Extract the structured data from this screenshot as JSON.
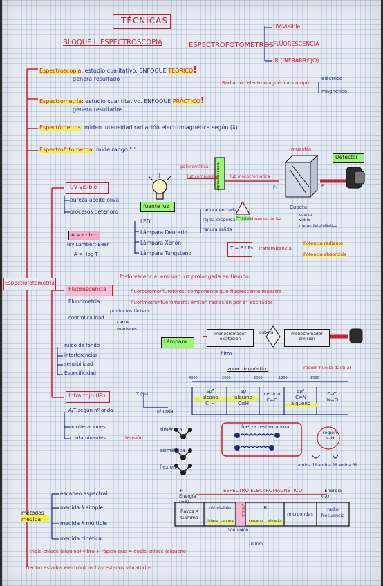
{
  "title": "TÉCNICAS",
  "bloque": "BLOQUE I. ESPECTROSCOPIA",
  "espectrofotometros": {
    "label": "ESPECTROFOTOMETROS",
    "items": [
      "UV-Visible",
      "FLUORESCENCIA",
      "IR (INFRARROJO)"
    ]
  },
  "definitions": {
    "espectroscopia": {
      "term": "Espectroscopía",
      "text": ": estudio cualitativo. ENFOQUE",
      "emph": "TEÓRICO",
      "sub": "genera resultado"
    },
    "espectrometria": {
      "term": "Espectrometría",
      "text": ": estudio cuantitativo. ENFOQUE",
      "emph": "PRÁCTICO",
      "sub": "genera resultados"
    },
    "espectrometros": {
      "term": "Espectómetros",
      "text": ": miden intensidad radiación electromagnética según (λ)"
    },
    "espectrofotometria": {
      "term": "Espectrofotometría",
      "text": ": mide rango \"   \""
    }
  },
  "radiacion": {
    "text": "Radiación electromagnética:  campo",
    "items": [
      "eléctrico",
      "magnético"
    ]
  },
  "sidebar_label": "Espectrofotometría",
  "uv": {
    "label": "UV-Visible",
    "items": [
      "pureza aceite oliva",
      "procesos deterioro"
    ],
    "law_box": "A = ε · b · c",
    "law": "ley Lambert-Beer",
    "law_formula": "A = -log T",
    "diagram": {
      "policromatica": "policromática",
      "luz_compuesta": "luz compuesta",
      "monocromador": "monocromador",
      "luz_mono": "luz monocromática",
      "p0": "P₀",
      "p": "P",
      "muestra": "muestra",
      "detector": "Detector",
      "fuente": "fuente luz",
      "ranuras": [
        "ranura entrada",
        "rejilla dispersa",
        "ranura salida"
      ],
      "prisma": "Prisma",
      "prisma_sub": "dispersor de luz",
      "cubeta": "Cubeta",
      "cubeta_items": [
        "cuarzo",
        "vidrio",
        "metacrilato/plástico"
      ],
      "lamparas": [
        "LED",
        "Lámpara Deuterio",
        "Lámpara Xenón",
        "Lámpara Tungsteno"
      ],
      "transmitancia_formula": "T = P / P₀",
      "transmitancia": "Transmitancia",
      "potencia": [
        "Potencia radiante",
        "Potencia absorbida"
      ]
    }
  },
  "fluorescencia": {
    "label": "Fluorescencia",
    "sub": "Fluorimetría",
    "def": "fosforescencia: emisión luz prolongada en tiempo",
    "fluorocromo": "fluorocromo/fluróforos: componente que fluorescente muestra",
    "fluorimetro": "fluorímetro/fluorómetro: emiten radiación por e⁻ excitados",
    "control": "control calidad",
    "control_items": [
      "productos lácteos",
      "carne",
      "mariscos"
    ],
    "items": [
      "ruido de fondo",
      "interferencias",
      "sensibilidad",
      "Especificidad"
    ],
    "diagram": {
      "lampara": "Lámpara",
      "mono_exc": "monocromador excitación",
      "filtro": "filtro",
      "cubeta": "cubeta",
      "mono_em": "monocromador emisión"
    }
  },
  "ir": {
    "label": "Infrarrojo (IR)",
    "sub": "A/T según nº onda",
    "items": [
      "adulteraciones",
      "contaminantes"
    ],
    "axis": [
      "T (%)",
      "nº onda"
    ],
    "zona": "zona diagnóstico",
    "region": "región huella dactilar",
    "ticks": [
      "4000",
      "2500",
      "2000",
      "1800",
      "1500"
    ],
    "cells": [
      [
        "sp³",
        "alcano",
        "C–H"
      ],
      [
        "sp",
        "alquino",
        "C≡H"
      ],
      [
        "cetona",
        "C=O"
      ],
      [
        "sp²",
        "C=N",
        "alqueno"
      ],
      [
        "C–Cl",
        "N=O"
      ]
    ],
    "tension": "tensión",
    "vib": [
      "simétrica",
      "asimétrica",
      "flexión"
    ],
    "fuerza": "fuerza restauradora",
    "region_nh": "región N–H",
    "aminas": "amina 1º  amina 2º  amina 3º"
  },
  "metodos": {
    "label": "métodos medida",
    "items": [
      "escaneo espectral",
      "medida λ simple",
      "medida λ múltiple",
      "medida cinética"
    ]
  },
  "espectro": {
    "title": "ESPECTRO ELECTROMAGNÉTICO:",
    "left": "+ Energía (+λ)",
    "right": "- Energía (-λ)",
    "bands": [
      "Rayos X Gamma",
      "UV visible",
      "VISIBLE",
      "IR",
      "microondas",
      "radio frecuencia"
    ],
    "sub_bands": [
      "lejano",
      "cercano",
      "cercano",
      "alejado"
    ],
    "ticks": [
      "100nm",
      "400",
      "700nm"
    ]
  },
  "notes": [
    "* triple enlace (alquino) vibra + rápido que = doble enlace (alqueno)",
    "Dentro estados electrónicos hay estados vibratorios"
  ],
  "colors": {
    "red": "#cc1f2f",
    "blue": "#1d2a78",
    "green": "#9ff57a",
    "yellow": "#f3f24a",
    "pink": "#f5a9c7"
  }
}
